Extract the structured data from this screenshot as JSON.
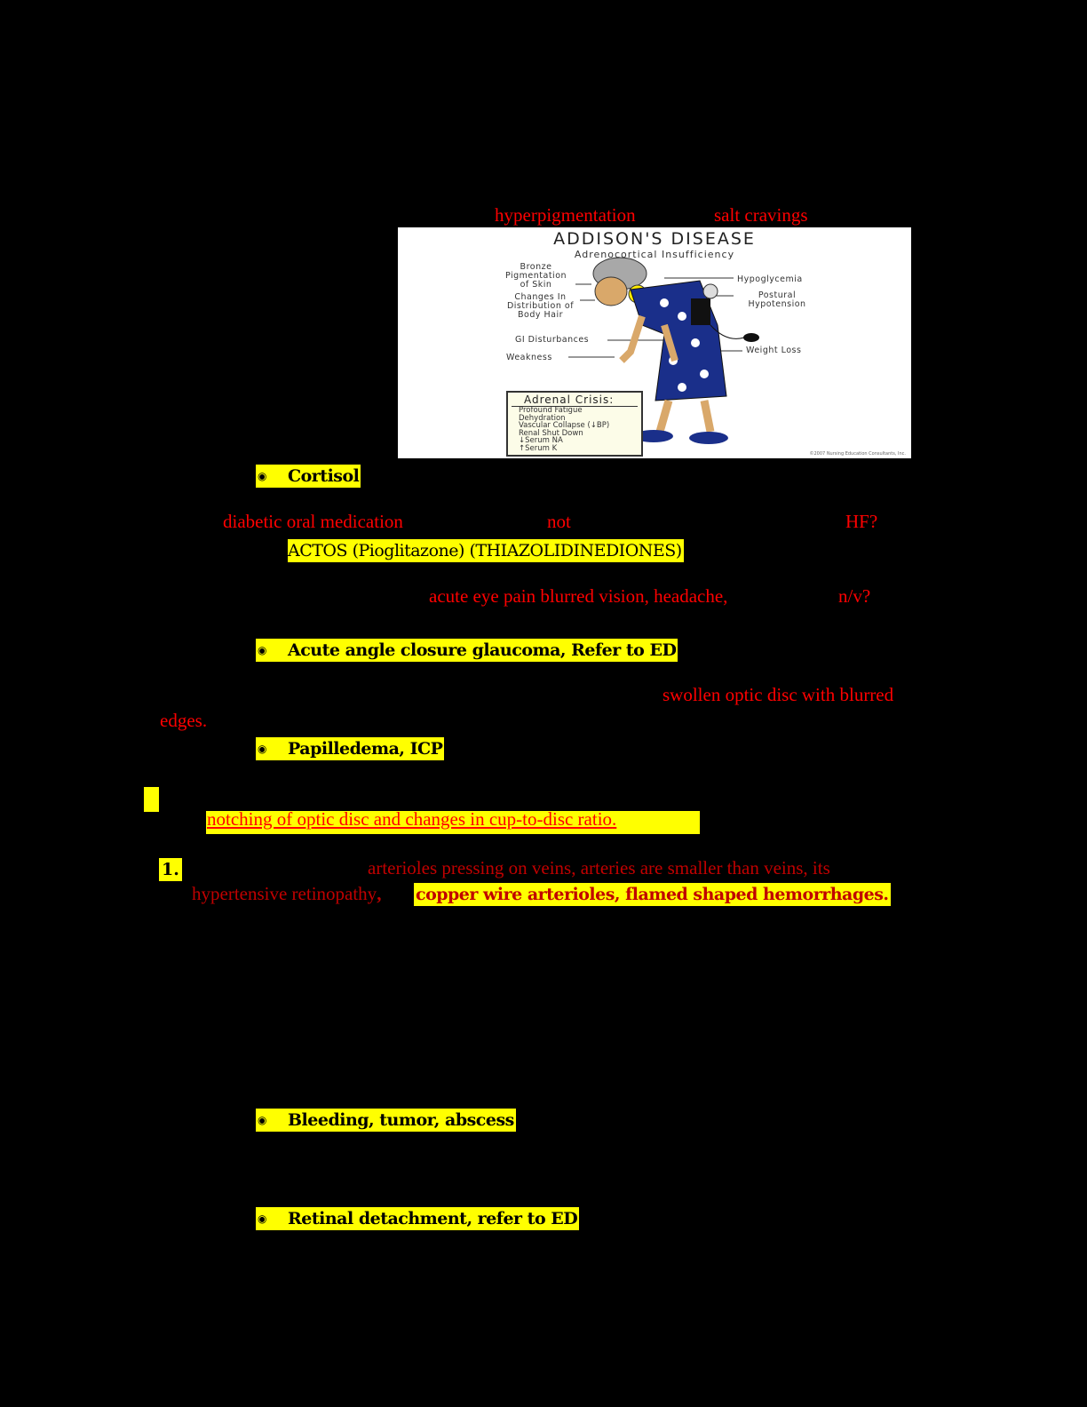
{
  "page": {
    "background": "#000000",
    "highlight_color": "#ffff00",
    "red_text_color": "#ff0000",
    "dark_red_text_color": "#c00000"
  },
  "addison": {
    "annotations": [
      "hyperpigmentation",
      "salt cravings"
    ],
    "figure": {
      "title": "ADDISON'S DISEASE",
      "subtitle": "Adrenocortical Insufficiency",
      "left_labels": [
        "Bronze Pigmentation of Skin",
        "Changes In Distribution of Body Hair",
        "GI Disturbances",
        "Weakness"
      ],
      "right_labels": [
        "Hypoglycemia",
        "Postural Hypotension",
        "Weight Loss"
      ],
      "crisis_box": {
        "title": "Adrenal Crisis:",
        "items": [
          "Profound Fatigue",
          "Dehydration",
          "Vascular Collapse (↓BP)",
          "Renal Shut Down",
          "↓Serum NA",
          "↑Serum K"
        ]
      },
      "copyright": "©2007 Nursing Education Consultants, Inc."
    },
    "answer": "Cortisol"
  },
  "actos": {
    "annotations": [
      "diabetic oral medication",
      "not",
      "HF?"
    ],
    "answer": "ACTOS (Pioglitazone) (THIAZOLIDINEDIONES)"
  },
  "glaucoma": {
    "annotations": [
      "acute eye pain  blurred vision, headache,",
      "n/v?"
    ],
    "answer": "Acute angle closure glaucoma, Refer to ED"
  },
  "papilledema": {
    "annotation_line1": "swollen optic disc with blurred",
    "annotation_line2": "edges.",
    "answer": "Papilledema, ICP"
  },
  "optic_disc": {
    "annotation": "notching of optic disc and changes in cup-to-disc ratio",
    "period": "."
  },
  "retinopathy": {
    "number": "1.",
    "line1": "arterioles pressing on veins, arteries are smaller than veins, its",
    "line2_plain": "hypertensive retinopathy",
    "comma": ",",
    "line2_highlight": "copper wire arterioles, flamed shaped hemorrhages."
  },
  "brain_lesion": {
    "answer": "Bleeding, tumor, abscess"
  },
  "retina": {
    "answer": "Retinal detachment, refer to ED"
  },
  "bullet_glyph": "◉"
}
